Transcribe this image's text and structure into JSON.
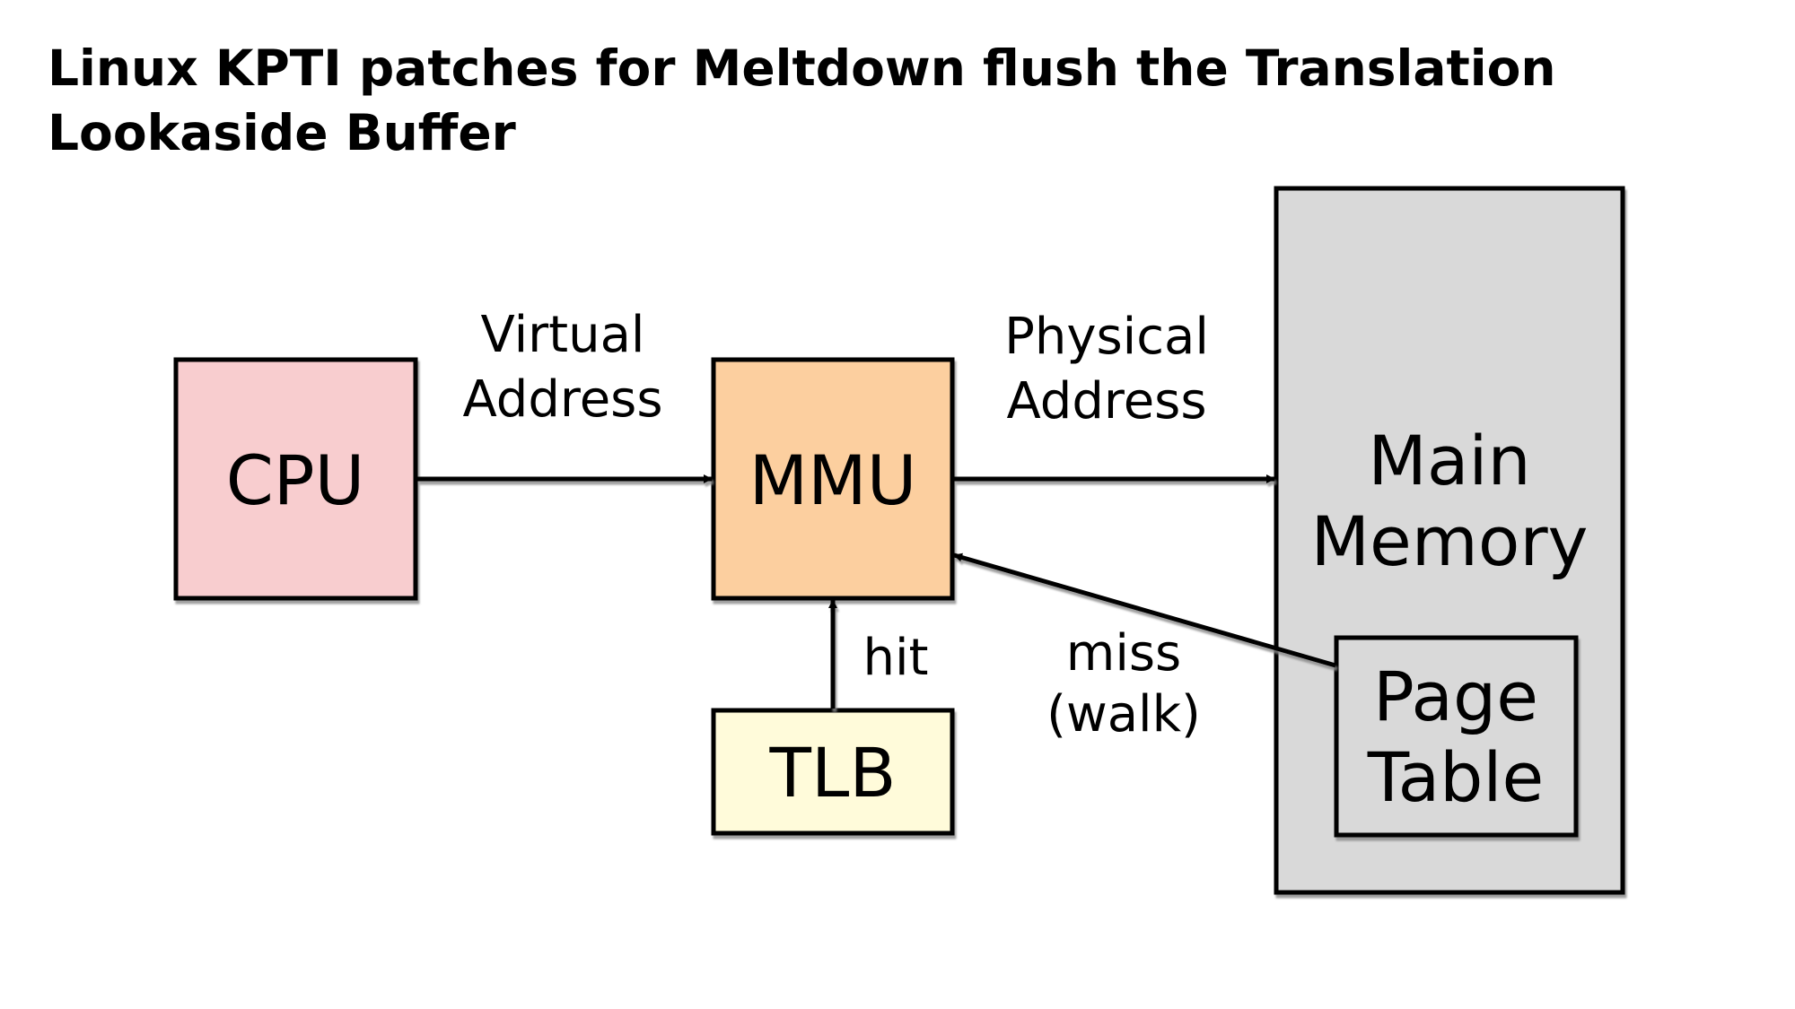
{
  "title": "Linux KPTI patches for Meltdown flush the Translation Lookaside Buffer",
  "nodes": {
    "cpu": {
      "label": "CPU",
      "color": "#F8CDCF"
    },
    "mmu": {
      "label": "MMU",
      "color": "#FCCF9F"
    },
    "tlb": {
      "label": "TLB",
      "color": "#FFFBDA"
    },
    "memory": {
      "label_line1": "Main",
      "label_line2": "Memory",
      "color": "#D9D9D9"
    },
    "page_table": {
      "label_line1": "Page",
      "label_line2": "Table",
      "color": "#D9D9D9"
    }
  },
  "edges": {
    "virtual": {
      "label_line1": "Virtual",
      "label_line2": "Address"
    },
    "physical": {
      "label_line1": "Physical",
      "label_line2": "Address"
    },
    "hit": {
      "label": "hit"
    },
    "miss": {
      "label_line1": "miss",
      "label_line2": "(walk)"
    }
  }
}
